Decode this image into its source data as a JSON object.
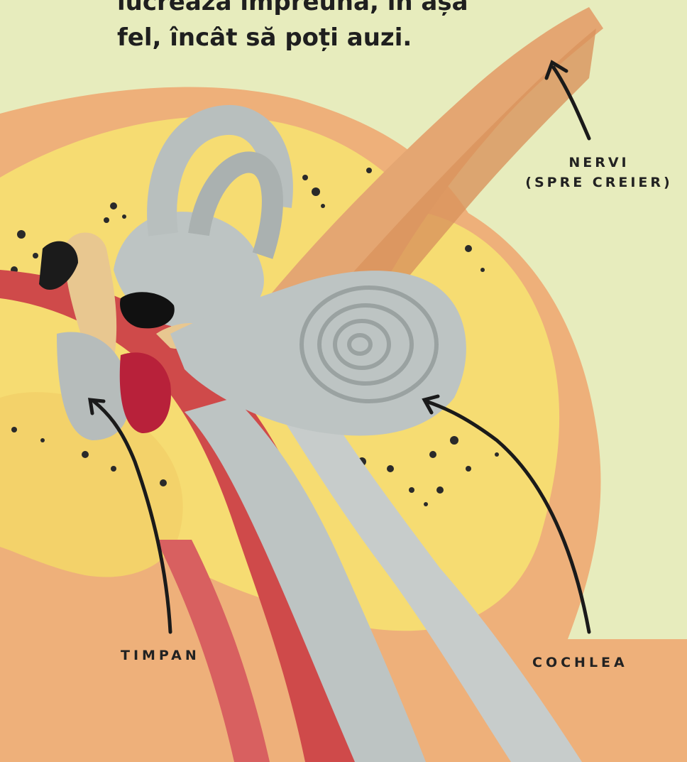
{
  "intro_text": {
    "line1": "lucrează împreună, în așa",
    "line2": "fel, încât să poți auzi."
  },
  "labels": {
    "nervi_line1": "NERVI",
    "nervi_line2": "(SPRE CREIER)",
    "timpan": "TIMPAN",
    "cochlea": "COCHLEA"
  },
  "colors": {
    "background": "#e7ecbd",
    "bone": "#f6dc72",
    "flesh": "#eeb07a",
    "cochlea_gray": "#bdc4c3",
    "nerve": "#e4a672",
    "canal_red": "#cf4a4a",
    "text": "#222222"
  }
}
